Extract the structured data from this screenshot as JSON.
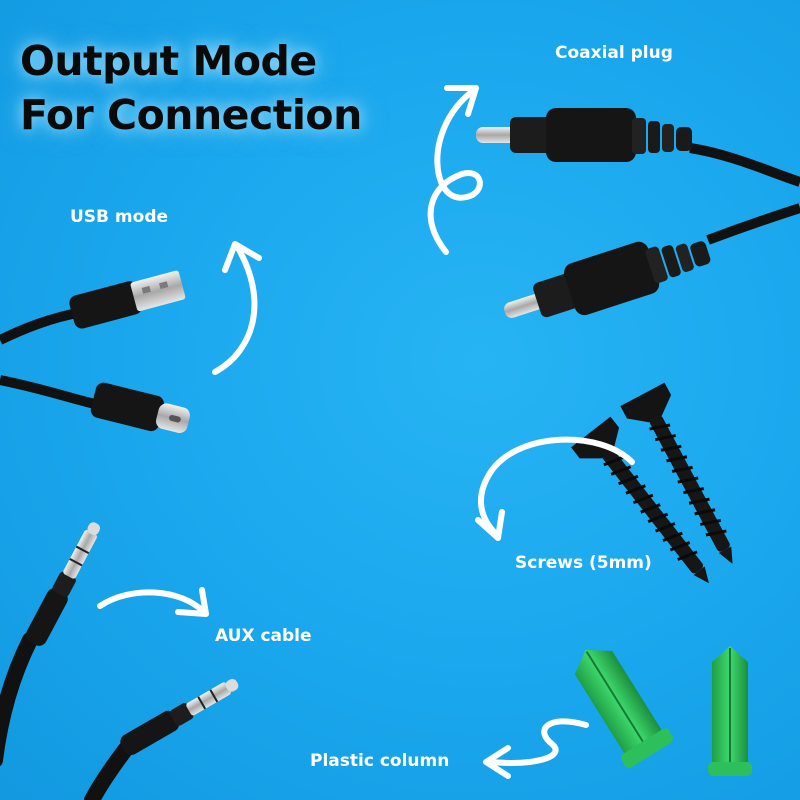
{
  "title": {
    "line1": "Output Mode",
    "line2": "For Connection"
  },
  "labels": {
    "coaxial": "Coaxial plug",
    "usb": "USB mode",
    "screws": "Screws (5mm)",
    "aux": "AUX cable",
    "plastic": "Plastic column"
  },
  "colors": {
    "background": "#1aa6ec",
    "title": "#0a0a0a",
    "labels": "#ffffff",
    "cable": "#111111",
    "anchor": "#25c45a"
  }
}
